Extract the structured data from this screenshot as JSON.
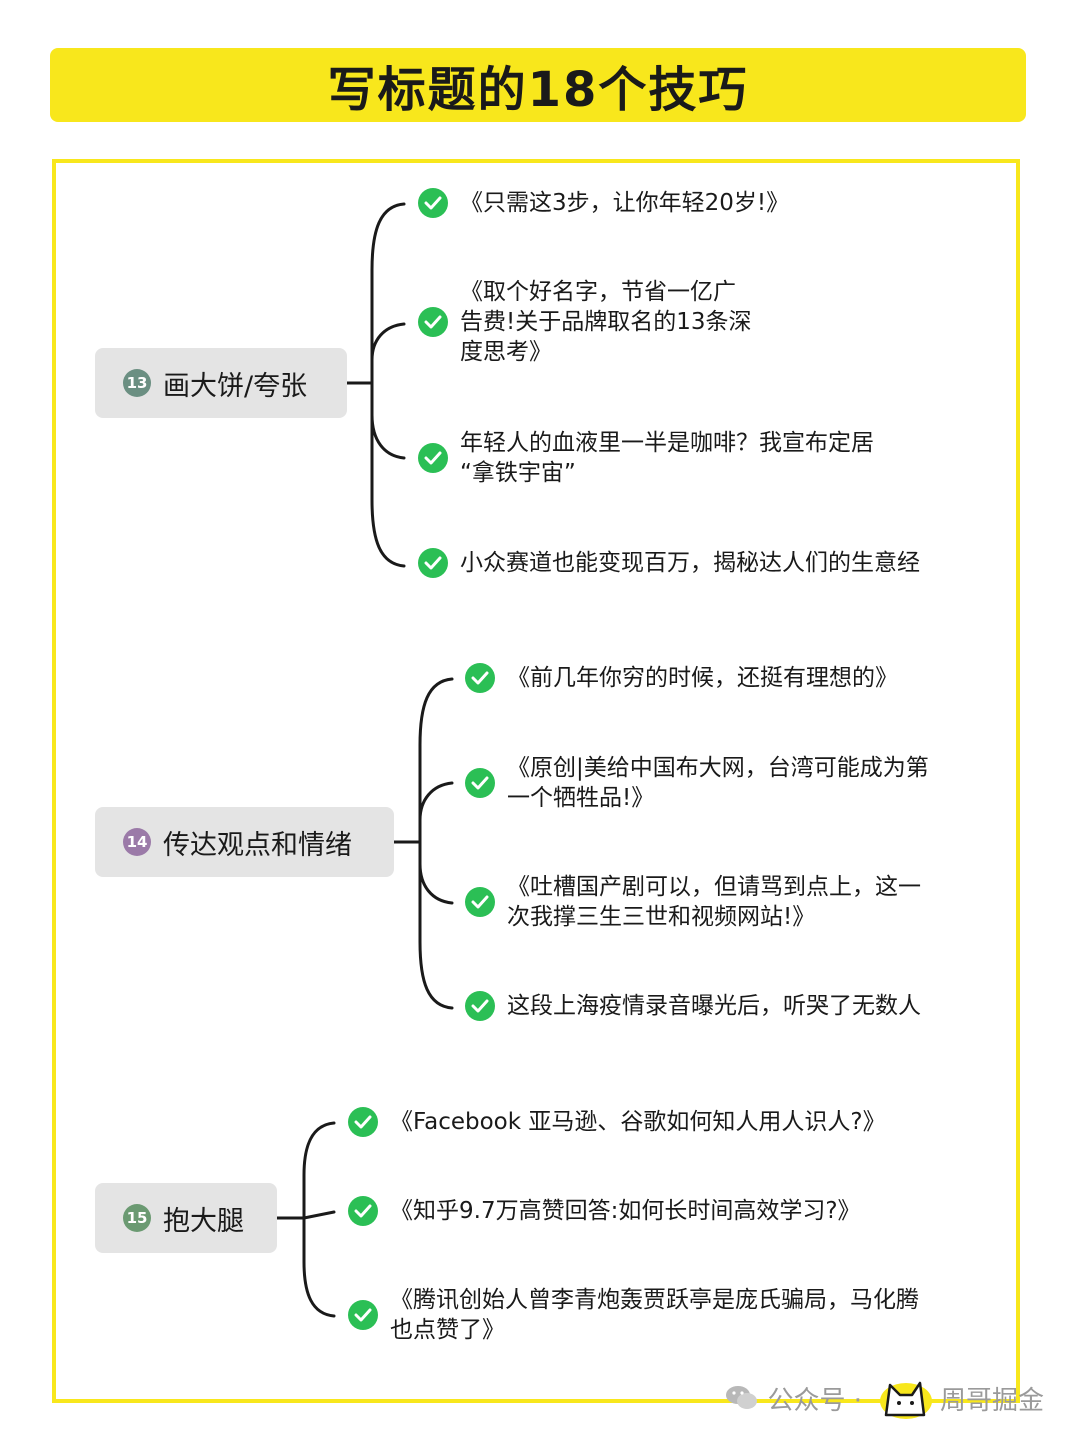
{
  "title": "写标题的18个技巧",
  "colors": {
    "accent_yellow": "#f8e71c",
    "check_green": "#2bbf55",
    "node_bg": "#e4e4e4"
  },
  "sections": [
    {
      "number": "13",
      "badge_color": "#6b8f82",
      "label": "画大饼/夸张",
      "items": [
        "《只需这3步，让你年轻20岁!》",
        "《取个好名字，节省一亿广\n告费!关于品牌取名的13条深\n度思考》",
        "年轻人的血液里一半是咖啡？我宣布定居\n  “拿铁宇宙”",
        "小众赛道也能变现百万，揭秘达人们的生意经"
      ]
    },
    {
      "number": "14",
      "badge_color": "#9b7aa8",
      "label": "传达观点和情绪",
      "items": [
        "《前几年你穷的时候，还挺有理想的》",
        "《原创|美给中国布大网，台湾可能成为第\n一个牺牲品!》",
        "《吐槽国产剧可以，但请骂到点上，这一\n次我撑三生三世和视频网站!》",
        "这段上海疫情录音曝光后，听哭了无数人"
      ]
    },
    {
      "number": "15",
      "badge_color": "#6b9a72",
      "label": "抱大腿",
      "items": [
        "《Facebook 亚马逊、谷歌如何知人用人识人?》",
        "《知乎9.7万高赞回答:如何长时间高效学习?》",
        "《腾讯创始人曾李青炮轰贾跃亭是庞氏骗局，马化腾\n也点赞了》"
      ]
    }
  ],
  "watermark": {
    "prefix": "公众号 · ",
    "name": "周哥掘金"
  }
}
